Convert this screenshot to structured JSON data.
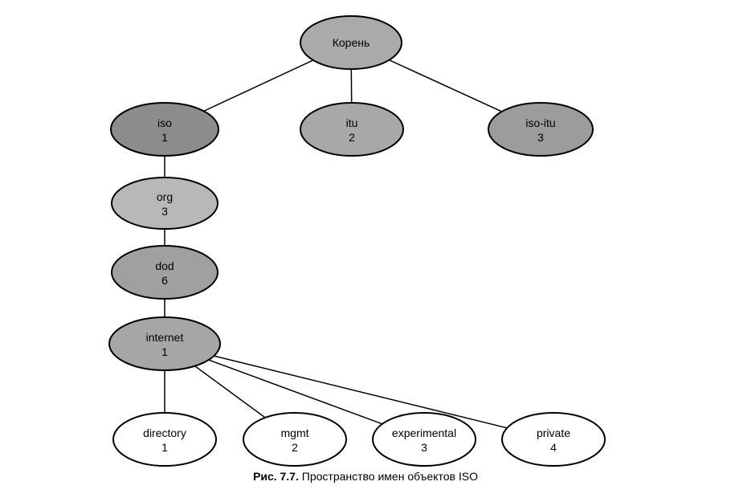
{
  "colors": {
    "edge": "#000000",
    "outline": "#000000",
    "root_fill": "#aaaaaa",
    "iso_fill": "#8c8c8c",
    "itu_fill": "#a8a8a8",
    "iso_itu_fill": "#9c9c9c",
    "org_fill": "#b8b8b8",
    "dod_fill": "#a0a0a0",
    "internet_fill": "#a6a6a6",
    "leaf_fill": "#ffffff"
  },
  "nodes": {
    "root": {
      "name": "Корень",
      "num": ""
    },
    "iso": {
      "name": "iso",
      "num": "1"
    },
    "itu": {
      "name": "itu",
      "num": "2"
    },
    "iso_itu": {
      "name": "iso-itu",
      "num": "3"
    },
    "org": {
      "name": "org",
      "num": "3"
    },
    "dod": {
      "name": "dod",
      "num": "6"
    },
    "internet": {
      "name": "internet",
      "num": "1"
    },
    "directory": {
      "name": "directory",
      "num": "1"
    },
    "mgmt": {
      "name": "mgmt",
      "num": "2"
    },
    "experimental": {
      "name": "experimental",
      "num": "3"
    },
    "private": {
      "name": "private",
      "num": "4"
    }
  },
  "edges": [
    [
      "root",
      "iso"
    ],
    [
      "root",
      "itu"
    ],
    [
      "root",
      "iso_itu"
    ],
    [
      "iso",
      "org"
    ],
    [
      "org",
      "dod"
    ],
    [
      "dod",
      "internet"
    ],
    [
      "internet",
      "directory"
    ],
    [
      "internet",
      "mgmt"
    ],
    [
      "internet",
      "experimental"
    ],
    [
      "internet",
      "private"
    ]
  ],
  "caption": {
    "label": "Рис. 7.7.",
    "text": "Пространство имен объектов ISO"
  }
}
